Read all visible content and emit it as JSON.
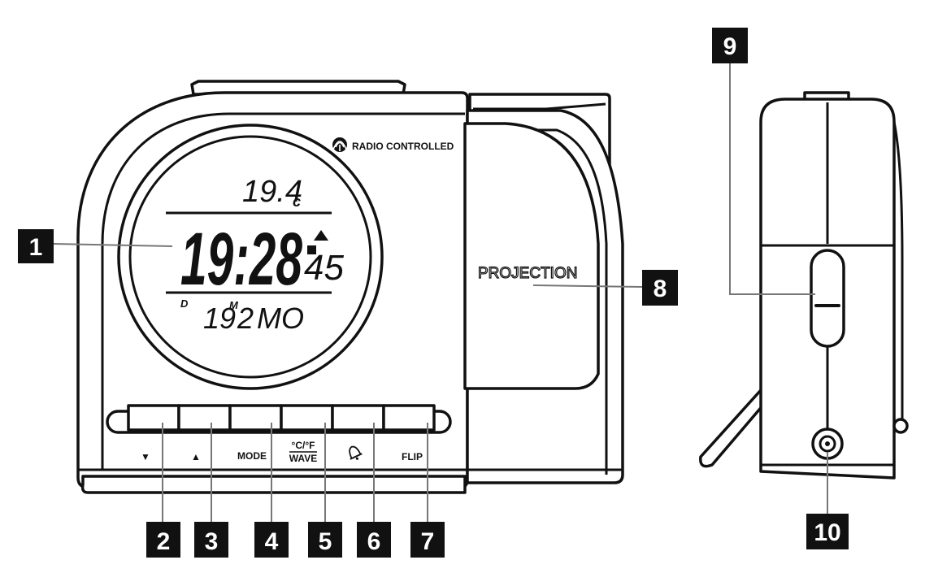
{
  "labels": {
    "radio": "RADIO CONTROLLED",
    "projection": "PROJECTION"
  },
  "lcd": {
    "temperature": "19.4",
    "temp_unit": "c",
    "time": "19:28",
    "seconds": "45",
    "date_prefix": "D",
    "day": "19",
    "month_marker": "M",
    "month": "2",
    "weekday": "MO"
  },
  "buttons": {
    "down": "▼",
    "up": "▲",
    "mode": "MODE",
    "unit_top": "°C/°F",
    "unit_bottom": "WAVE",
    "flip": "FLIP"
  },
  "callouts": [
    "1",
    "2",
    "3",
    "4",
    "5",
    "6",
    "7",
    "8",
    "9",
    "10"
  ],
  "icons": [
    "radio-signal-icon",
    "bell-icon",
    "arrow-down-icon",
    "arrow-up-icon",
    "volume-slider",
    "power-jack"
  ]
}
